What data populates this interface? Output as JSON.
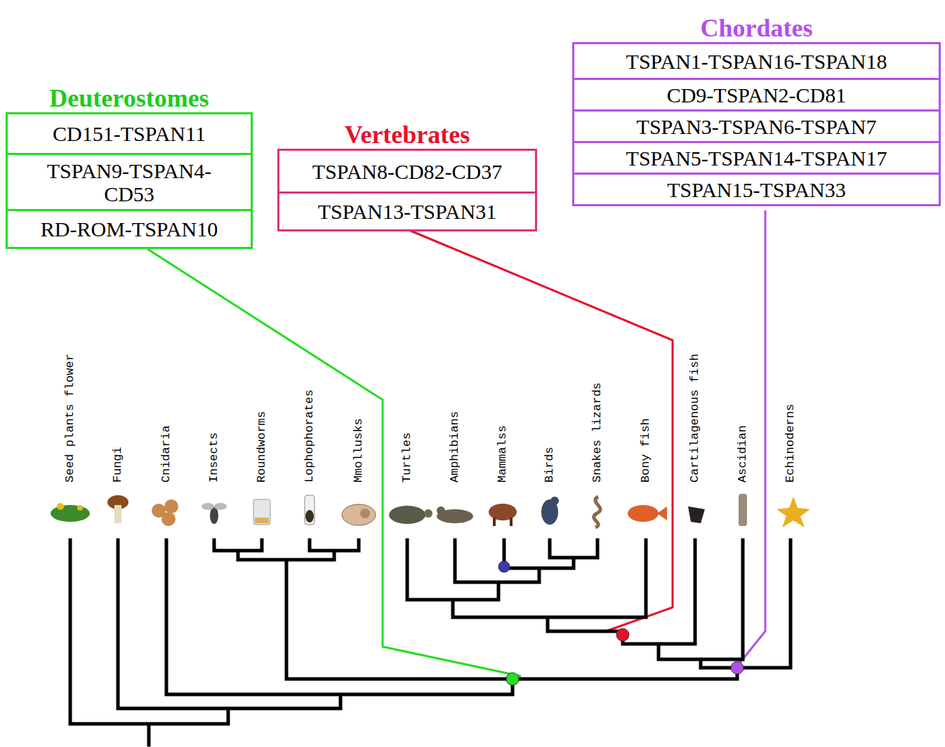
{
  "diagram": {
    "nodes": [
      {
        "text": [
          "Deuterostomes"
        ]
      },
      {
        "text": [
          "CD151-TSPAN11"
        ],
        "in": 0
      },
      {
        "text": [
          "TSPAN9-TSPAN4- CD53"
        ],
        "in": 0
      },
      {
        "text": [
          "RD-ROM-TSPAN10"
        ],
        "in": 0
      },
      {
        "text": [
          "Vertebrates"
        ]
      },
      {
        "text": [
          "TSPAN8-CD82-CD37"
        ],
        "in": 4
      },
      {
        "text": [
          "TSPAN13-TSPAN31"
        ],
        "in": 4
      },
      {
        "text": [
          "Chordates"
        ]
      },
      {
        "text": [
          "TSPAN1-TSPAN16-TSPAN18"
        ],
        "in": 7
      },
      {
        "text": [
          "CD9-TSPAN2-CD81"
        ],
        "in": 7
      },
      {
        "text": [
          "TSPAN3-TSPAN6-TSPAN7"
        ],
        "in": 7
      },
      {
        "text": [
          "TSPAN5-TSPAN14-TSPAN17"
        ],
        "in": 7
      },
      {
        "text": [
          "TSPAN15-TSPAN33"
        ],
        "in": 7
      }
    ],
    "labels": [
      "Seed plants flower",
      "Fungi",
      "Cnidaria",
      "Insects",
      "Roundworms",
      "Lophophorates",
      "Mmollusks",
      "Turtles",
      "Amphibians",
      "Mammalss",
      "Birds",
      "Snakes lizards",
      "Bony fish",
      "Cartilagenous fish",
      "Ascidian",
      "Echinoderns"
    ]
  }
}
